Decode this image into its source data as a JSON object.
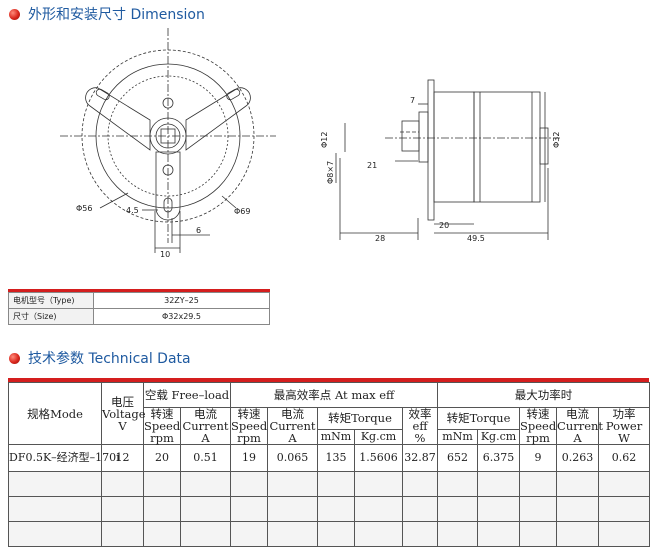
{
  "section1": {
    "title": "外形和安装尺寸 Dimension"
  },
  "drawing": {
    "front": {
      "d_outer": "Φ56",
      "d_bolt": "Φ69",
      "dim_45": "4.5",
      "dim_10": "10",
      "dim_6": "6"
    },
    "side": {
      "d_shaft": "Φ12",
      "flat": "Φ8×7",
      "d_body": "Φ32",
      "dim_7": "7",
      "dim_21": "21",
      "dim_20": "20",
      "dim_28": "28",
      "dim_495": "49.5"
    }
  },
  "type_table": {
    "rows": [
      {
        "label": "电机型号（Type)",
        "value": "32ZY–25"
      },
      {
        "label": "尺寸（Size)",
        "value": "Φ32x29.5"
      }
    ]
  },
  "section2": {
    "title": "技术参数 Technical Data"
  },
  "tech_table": {
    "model": {
      "cn": "规格",
      "en": "Mode"
    },
    "voltage": {
      "cn": "电压",
      "en": "Voltage",
      "unit": "V"
    },
    "no_load": "空载 Free–load",
    "max_eff": "最高效率点 At max eff",
    "max_power": "最大功率时",
    "speed": {
      "cn": "转速",
      "en": "Speed",
      "unit": "rpm"
    },
    "current": {
      "cn": "电流",
      "en": "Current",
      "unit": "A"
    },
    "torque": {
      "cn": "转矩",
      "en": "Torque"
    },
    "eff": {
      "cn": "效率",
      "en": "eff",
      "unit": "%"
    },
    "power": {
      "cn": "功率",
      "en": "Power",
      "unit": "W"
    },
    "unit_mnm": "mNm",
    "unit_kgcm": "Kg.cm",
    "row": {
      "model": "DF0.5K–经济型–170i",
      "voltage": "12",
      "nl_speed": "20",
      "nl_current": "0.51",
      "me_speed": "19",
      "me_current": "0.065",
      "me_torque_mnm": "135",
      "me_torque_kgcm": "1.5606",
      "me_eff": "32.87",
      "mp_torque_mnm": "652",
      "mp_torque_kgcm": "6.375",
      "mp_speed": "9",
      "mp_current": "0.263",
      "mp_power": "0.62"
    }
  }
}
